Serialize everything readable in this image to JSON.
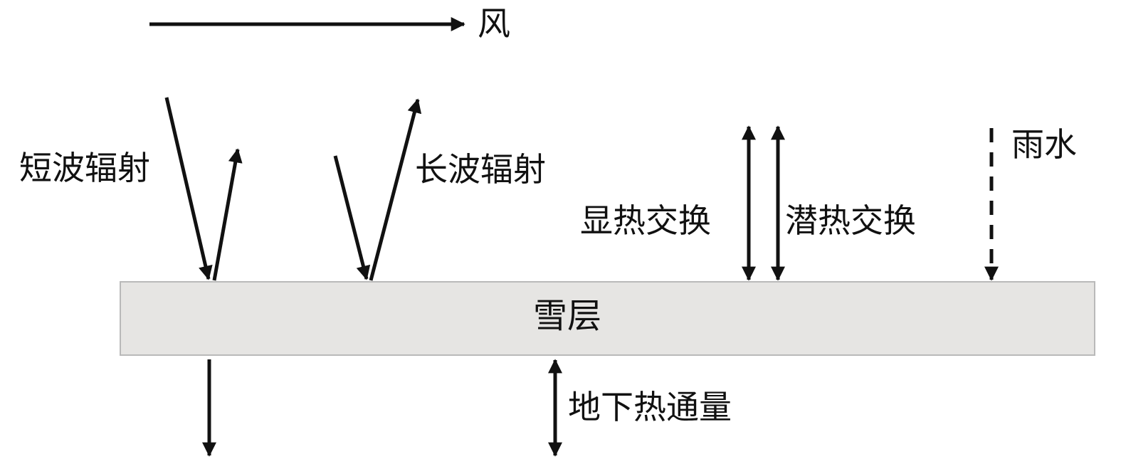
{
  "labels": {
    "wind": "风",
    "shortwave": "短波辐射",
    "longwave": "长波辐射",
    "sensible_heat": "显热交换",
    "latent_heat": "潜热交换",
    "rain": "雨水",
    "snow_layer": "雪层",
    "ground_heat_flux": "地下热通量"
  },
  "colors": {
    "arrow": "#111111",
    "snow_fill": "#e6e5e3",
    "snow_border": "#b9b9b9",
    "text": "#111111"
  }
}
